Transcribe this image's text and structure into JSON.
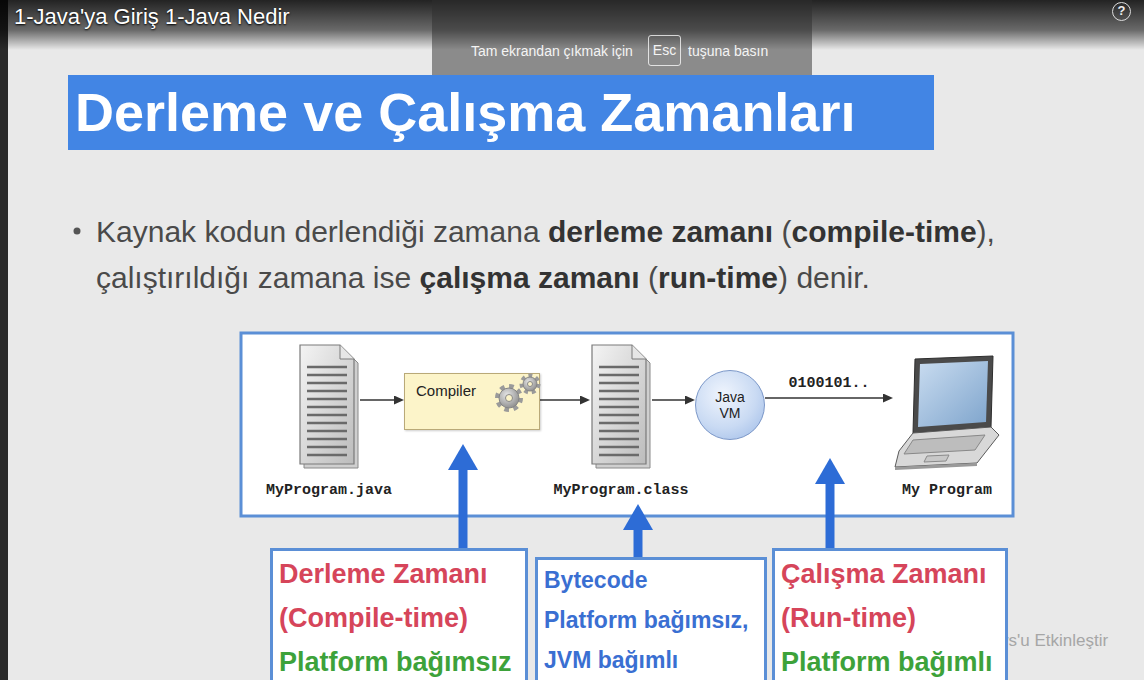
{
  "diagram": {
    "title": "Derleme ve Çalışma Zamanları",
    "nodes": [
      {
        "text": [
          "MyProgram.java"
        ]
      },
      {
        "text": [
          "Compiler"
        ]
      },
      {
        "text": [
          "MyProgram.class"
        ]
      },
      {
        "text": [
          "Java VM"
        ]
      },
      {
        "text": [
          "My Program"
        ]
      },
      {
        "text": [
          "Derleme Zamanı (Compile-time)",
          "Platform bağımsız"
        ]
      },
      {
        "text": [
          "Bytecode",
          "Platform bağımsız, JVM bağımlı"
        ]
      },
      {
        "text": [
          "Çalışma Zamanı (Run-time)",
          "Platform bağımlı"
        ]
      }
    ],
    "edges": [
      {
        "from": 0,
        "to": 1,
        "arrow": "to"
      },
      {
        "from": 1,
        "to": 2,
        "arrow": "to"
      },
      {
        "from": 2,
        "to": 3,
        "arrow": "to"
      },
      {
        "from": 3,
        "to": 4,
        "label": "0100101..",
        "arrow": "to"
      },
      {
        "from": 5,
        "to": 1,
        "arrow": "to"
      },
      {
        "from": 6,
        "to": 2,
        "arrow": "to"
      }
    ],
    "labels": [
      "1-Java'ya Giriş 1-Java Nedir",
      "Tam ekrandan çıkmak için",
      "Esc",
      "tuşuna basın",
      "?",
      "Kaynak kodun derlendiği zamana",
      "derleme zamanı",
      "(",
      "compile-time",
      "),",
      "çalıştırıldığı zamana ise",
      "çalışma zamanı",
      "(",
      "run-time",
      ")",
      "denir.",
      "Windows'u Etkinleştir"
    ]
  }
}
